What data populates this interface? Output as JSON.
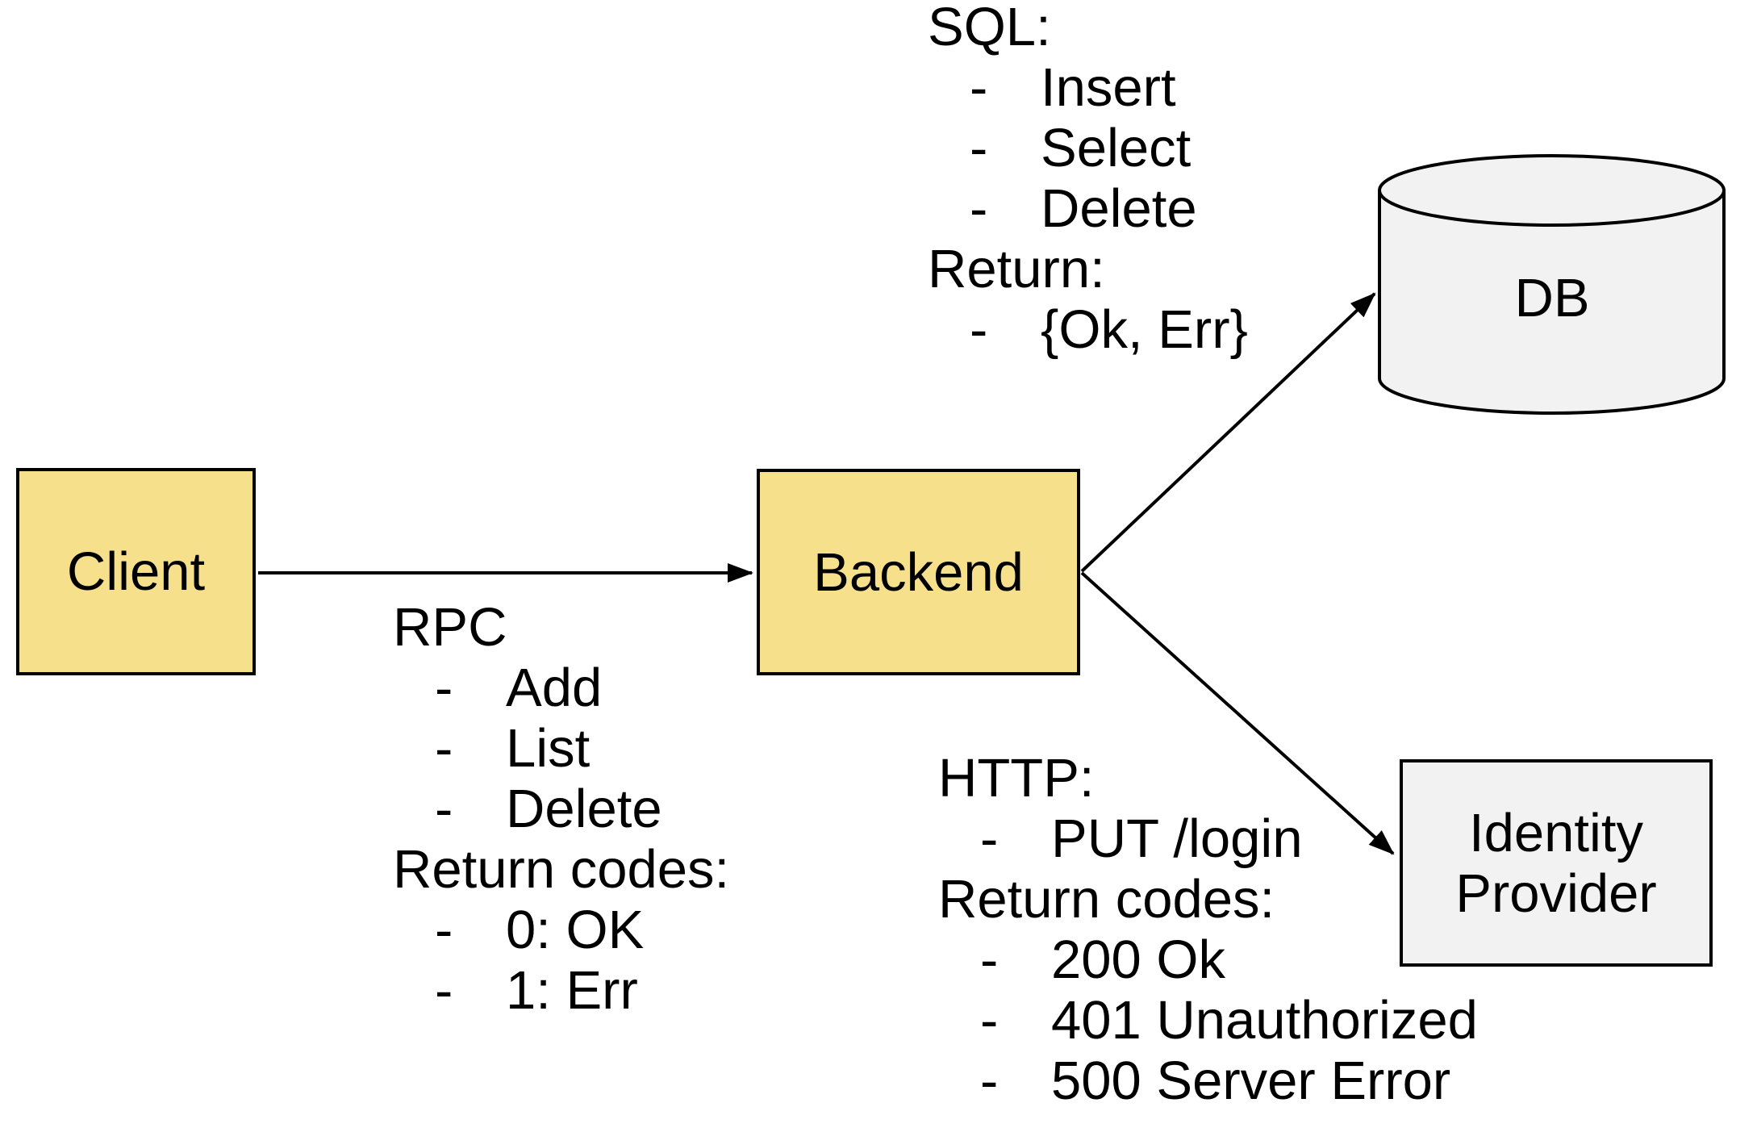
{
  "bullet": "-",
  "nodes": {
    "client": {
      "label": "Client"
    },
    "backend": {
      "label": "Backend"
    },
    "db": {
      "label": "DB"
    },
    "identity_provider": {
      "label_lines": [
        "Identity",
        "Provider"
      ]
    }
  },
  "edges": {
    "rpc": {
      "header": "RPC",
      "items": [
        "Add",
        "List",
        "Delete"
      ],
      "return_header": "Return codes:",
      "return_items": [
        "0: OK",
        "1: Err"
      ]
    },
    "sql": {
      "header": "SQL:",
      "items": [
        "Insert",
        "Select",
        "Delete"
      ],
      "return_header": "Return:",
      "return_items": [
        "{Ok, Err}"
      ]
    },
    "http": {
      "header": "HTTP:",
      "items": [
        "PUT /login"
      ],
      "return_header": "Return codes:",
      "return_items": [
        "200 Ok",
        "401 Unauthorized",
        "500 Server Error"
      ]
    }
  },
  "colors": {
    "node_yellow": "#F6E08C",
    "node_gray": "#F2F2F2",
    "stroke": "#000000",
    "text": "#000000",
    "background": "#FFFFFF"
  }
}
